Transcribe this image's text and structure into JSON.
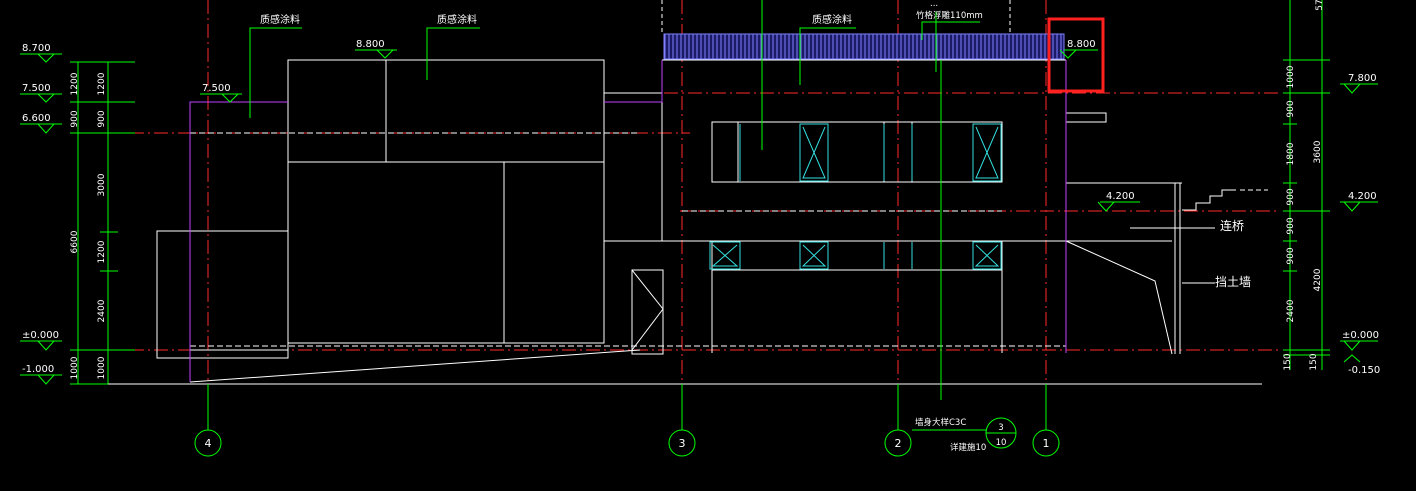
{
  "drawing": {
    "labels": {
      "texture_paint_left": "质感涂料",
      "texture_paint_middle": "质感涂料",
      "texture_paint_right": "质感涂料",
      "parapet_note_top": "...",
      "parapet_note": "竹格浮雕110mm",
      "bridge_label": "连桥",
      "retaining_wall_label": "挡土墙",
      "detail_ref_text": "墙身大样C3C",
      "detail_sheet_text": "详建施10",
      "detail_num_top": "3",
      "detail_num_bottom": "10"
    },
    "levels": {
      "left_8700": "8.700",
      "left_7500": "7.500",
      "left_6600": "6.600",
      "left_000": "±0.000",
      "left_m1000": "-1.000",
      "mid_7500": "7.500",
      "mid_8800": "8.800",
      "highlight_8800": "8.800",
      "right_7800": "7.800",
      "bridge_4200": "4.200",
      "right_4200": "4.200",
      "right_000": "±0.000",
      "right_m0150": "-0.150"
    },
    "dims_left": {
      "d1200a": "1200",
      "d900a": "900",
      "d1200b": "1200",
      "d900b": "900",
      "d3000": "3000",
      "d6600": "6600",
      "d1200c": "1200",
      "d2400": "2400",
      "d1000": "1000",
      "d1000b": "1000"
    },
    "dims_right": {
      "d57": "57",
      "d1000": "1000",
      "d900a": "900",
      "d1800": "1800",
      "d3600": "3600",
      "d900b": "900",
      "d900c": "900",
      "d900d": "900",
      "d4200": "4200",
      "d2400": "2400",
      "d150a": "150",
      "d150b": "150"
    },
    "axes": [
      "4",
      "3",
      "2",
      "1"
    ],
    "colors": {
      "background": "#000000",
      "outline": "#ffffff",
      "axis_line": "#ff2a2a",
      "leader": "#00ff00",
      "facade_edge": "#c040ff",
      "glazing": "#33e0e0",
      "railing": "#8080ff",
      "highlight_box": "#ff2020"
    }
  }
}
